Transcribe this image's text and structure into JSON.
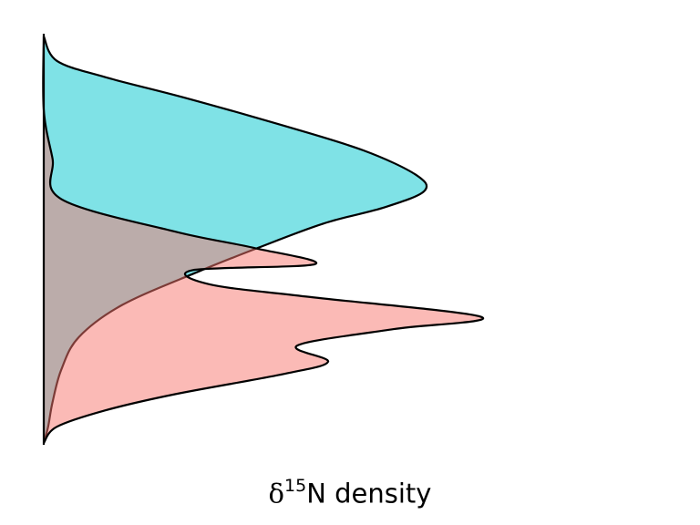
{
  "chart_data": {
    "type": "area",
    "orientation": "horizontal-density",
    "xlabel": {
      "symbol": "δ",
      "superscript": "15",
      "rest": "N density"
    },
    "grid": false,
    "legend": "none",
    "series": [
      {
        "color": "#00C5CD",
        "fill_opacity": 0.5,
        "points": [
          {
            "y": 0.0,
            "d": 0.0
          },
          {
            "y": 0.06,
            "d": 0.03
          },
          {
            "y": 0.1,
            "d": 0.14
          },
          {
            "y": 0.15,
            "d": 0.32
          },
          {
            "y": 0.22,
            "d": 0.55
          },
          {
            "y": 0.28,
            "d": 0.73
          },
          {
            "y": 0.34,
            "d": 0.85
          },
          {
            "y": 0.38,
            "d": 0.87
          },
          {
            "y": 0.42,
            "d": 0.78
          },
          {
            "y": 0.46,
            "d": 0.64
          },
          {
            "y": 0.52,
            "d": 0.49
          },
          {
            "y": 0.58,
            "d": 0.35
          },
          {
            "y": 0.66,
            "d": 0.18
          },
          {
            "y": 0.74,
            "d": 0.08
          },
          {
            "y": 0.82,
            "d": 0.04
          },
          {
            "y": 0.9,
            "d": 0.02
          },
          {
            "y": 0.96,
            "d": 0.01
          },
          {
            "y": 1.0,
            "d": 0.0
          }
        ]
      },
      {
        "color": "#F8766D",
        "fill_opacity": 0.5,
        "points": [
          {
            "y": 0.0,
            "d": 0.0
          },
          {
            "y": 0.18,
            "d": 0.0
          },
          {
            "y": 0.3,
            "d": 0.02
          },
          {
            "y": 0.4,
            "d": 0.04
          },
          {
            "y": 0.48,
            "d": 0.3
          },
          {
            "y": 0.52,
            "d": 0.48
          },
          {
            "y": 0.56,
            "d": 0.62
          },
          {
            "y": 0.575,
            "d": 0.34
          },
          {
            "y": 0.61,
            "d": 0.38
          },
          {
            "y": 0.64,
            "d": 0.6
          },
          {
            "y": 0.69,
            "d": 1.0
          },
          {
            "y": 0.72,
            "d": 0.8
          },
          {
            "y": 0.76,
            "d": 0.58
          },
          {
            "y": 0.8,
            "d": 0.65
          },
          {
            "y": 0.83,
            "d": 0.55
          },
          {
            "y": 0.88,
            "d": 0.3
          },
          {
            "y": 0.92,
            "d": 0.14
          },
          {
            "y": 0.96,
            "d": 0.03
          },
          {
            "y": 1.0,
            "d": 0.0
          }
        ]
      }
    ]
  }
}
